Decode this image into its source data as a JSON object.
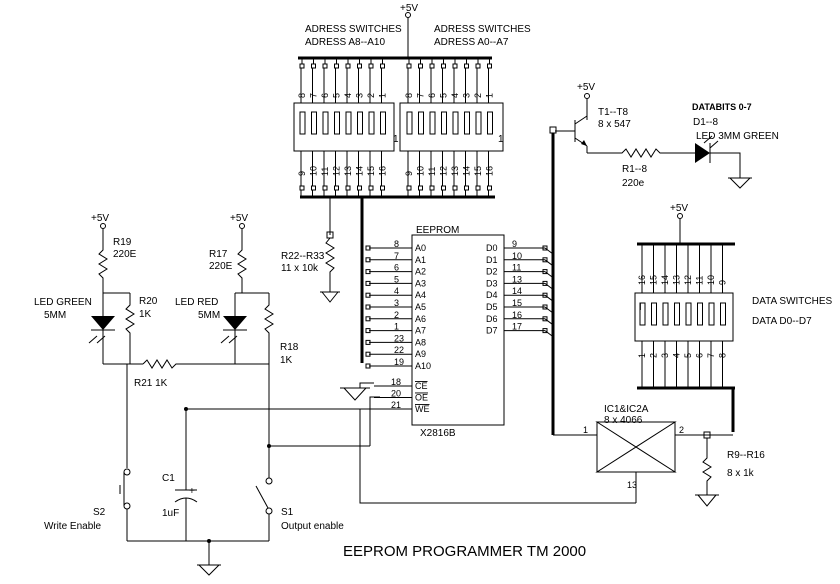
{
  "title": "EEPROM PROGRAMMER TM 2000",
  "supply_label": "+5V",
  "switches_high": {
    "line1": "ADRESS SWITCHES",
    "line2": "ADRESS A8--A10"
  },
  "switches_low": {
    "line1": "ADRESS SWITCHES",
    "line2": "ADRESS A0--A7"
  },
  "dip_top_upper_numbers": [
    "8",
    "7",
    "6",
    "5",
    "4",
    "3",
    "2",
    "1"
  ],
  "dip_top_lower_numbers": [
    "9",
    "10",
    "11",
    "12",
    "13",
    "14",
    "15",
    "16"
  ],
  "dip_one_mark": "1",
  "transistor": {
    "line1": "T1--T8",
    "line2": "8 x 547"
  },
  "databits": {
    "line1": "DATABITS 0-7",
    "line2": "D1--8",
    "line3": "LED 3MM GREEN"
  },
  "r_led": {
    "line1": "R1--8",
    "line2": "220e"
  },
  "pullups": {
    "line1": "R22--R33",
    "line2": "11 x 10k"
  },
  "eeprom": {
    "title": "EEPROM",
    "part": "X2816B",
    "addr_pins": [
      "A0",
      "A1",
      "A2",
      "A3",
      "A4",
      "A5",
      "A6",
      "A7",
      "A8",
      "A9",
      "A10"
    ],
    "addr_nums": [
      "8",
      "7",
      "6",
      "5",
      "4",
      "3",
      "2",
      "1",
      "23",
      "22",
      "19"
    ],
    "data_pins": [
      "D0",
      "D1",
      "D2",
      "D3",
      "D4",
      "D5",
      "D6",
      "D7"
    ],
    "data_nums": [
      "9",
      "10",
      "11",
      "13",
      "14",
      "15",
      "16",
      "17"
    ],
    "ctrl_pins": [
      "CE",
      "OE",
      "WE"
    ],
    "ctrl_nums": [
      "18",
      "20",
      "21"
    ]
  },
  "data_switches": {
    "line1": "DATA SWITCHES",
    "line2": "DATA D0--D7",
    "top_numbers": [
      "16",
      "15",
      "14",
      "13",
      "12",
      "11",
      "10",
      "9"
    ],
    "bottom_numbers": [
      "1",
      "2",
      "3",
      "4",
      "5",
      "6",
      "7",
      "8"
    ],
    "mark": "I"
  },
  "ic": {
    "line1": "IC1&IC2A",
    "line2": "8 x 4066",
    "pin1": "1",
    "pin2": "2",
    "pin13": "13"
  },
  "r_out": {
    "line1": "R9--R16",
    "line2": "8 x 1k"
  },
  "r19": {
    "name": "R19",
    "value": "220E"
  },
  "r17": {
    "name": "R17",
    "value": "220E"
  },
  "led_green": {
    "line1": "LED GREEN",
    "line2": "5MM"
  },
  "led_red": {
    "line1": "LED RED",
    "line2": "5MM"
  },
  "r20": {
    "name": "R20",
    "value": "1K"
  },
  "r18": {
    "name": "R18",
    "value": "1K"
  },
  "r21": "R21  1K",
  "c1": {
    "name": "C1",
    "value": "1uF",
    "plus": "+"
  },
  "s2": {
    "name": "S2",
    "desc": "Write Enable"
  },
  "s1": {
    "name": "S1",
    "desc": "Output enable"
  }
}
